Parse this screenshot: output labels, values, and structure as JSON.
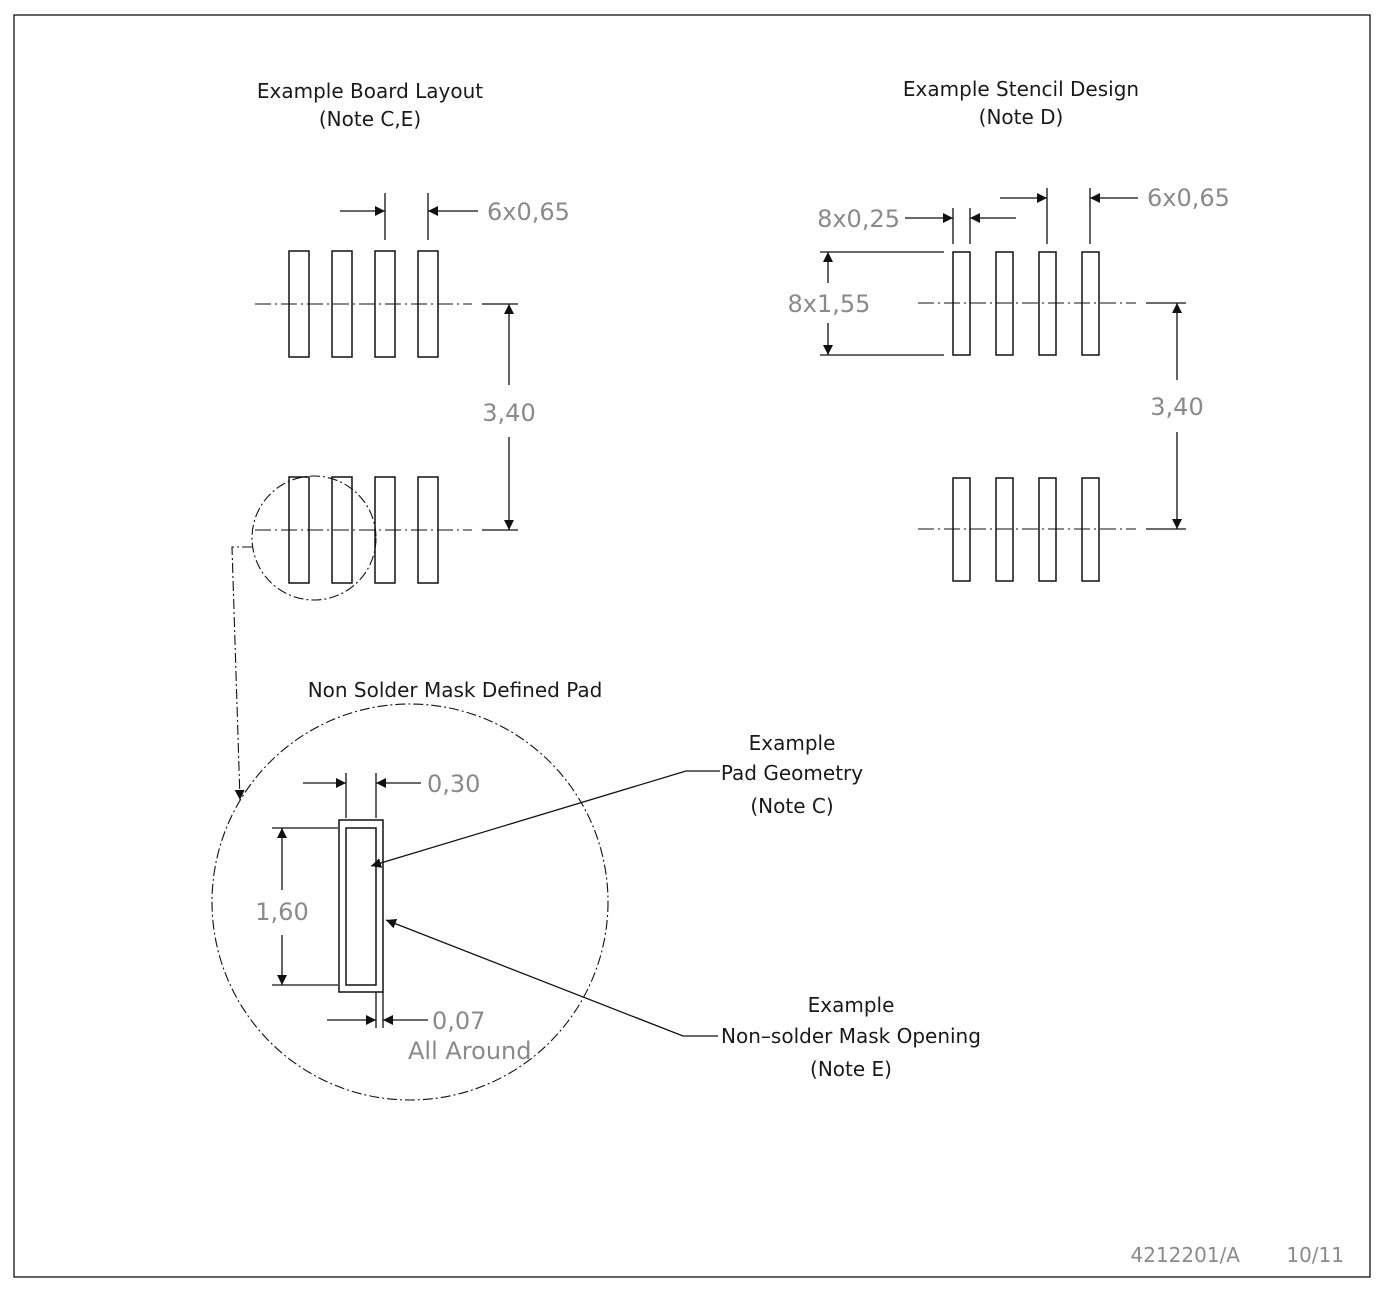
{
  "board_layout": {
    "title": "Example Board Layout",
    "note": "(Note C,E)",
    "pitch_label": "6x0,65",
    "row_spacing_label": "3,40"
  },
  "stencil_design": {
    "title": "Example Stencil Design",
    "note": "(Note D)",
    "aperture_width_label": "8x0,25",
    "pitch_label": "6x0,65",
    "aperture_length_label": "8x1,55",
    "row_spacing_label": "3,40"
  },
  "detail": {
    "title": "Non Solder Mask Defined Pad",
    "pad_width_label": "0,30",
    "pad_length_label": "1,60",
    "clearance_label": "0,07",
    "clearance_note": "All Around",
    "pad_callout": [
      "Example",
      "Pad Geometry",
      "(Note C)"
    ],
    "mask_callout": [
      "Example",
      "Non–solder Mask Opening",
      "(Note E)"
    ]
  },
  "footer": {
    "drawing_number": "4212201/A",
    "date": "10/11"
  },
  "colors": {
    "line": "#111111",
    "dimension_text": "#8a8a8a",
    "background": "#ffffff"
  }
}
